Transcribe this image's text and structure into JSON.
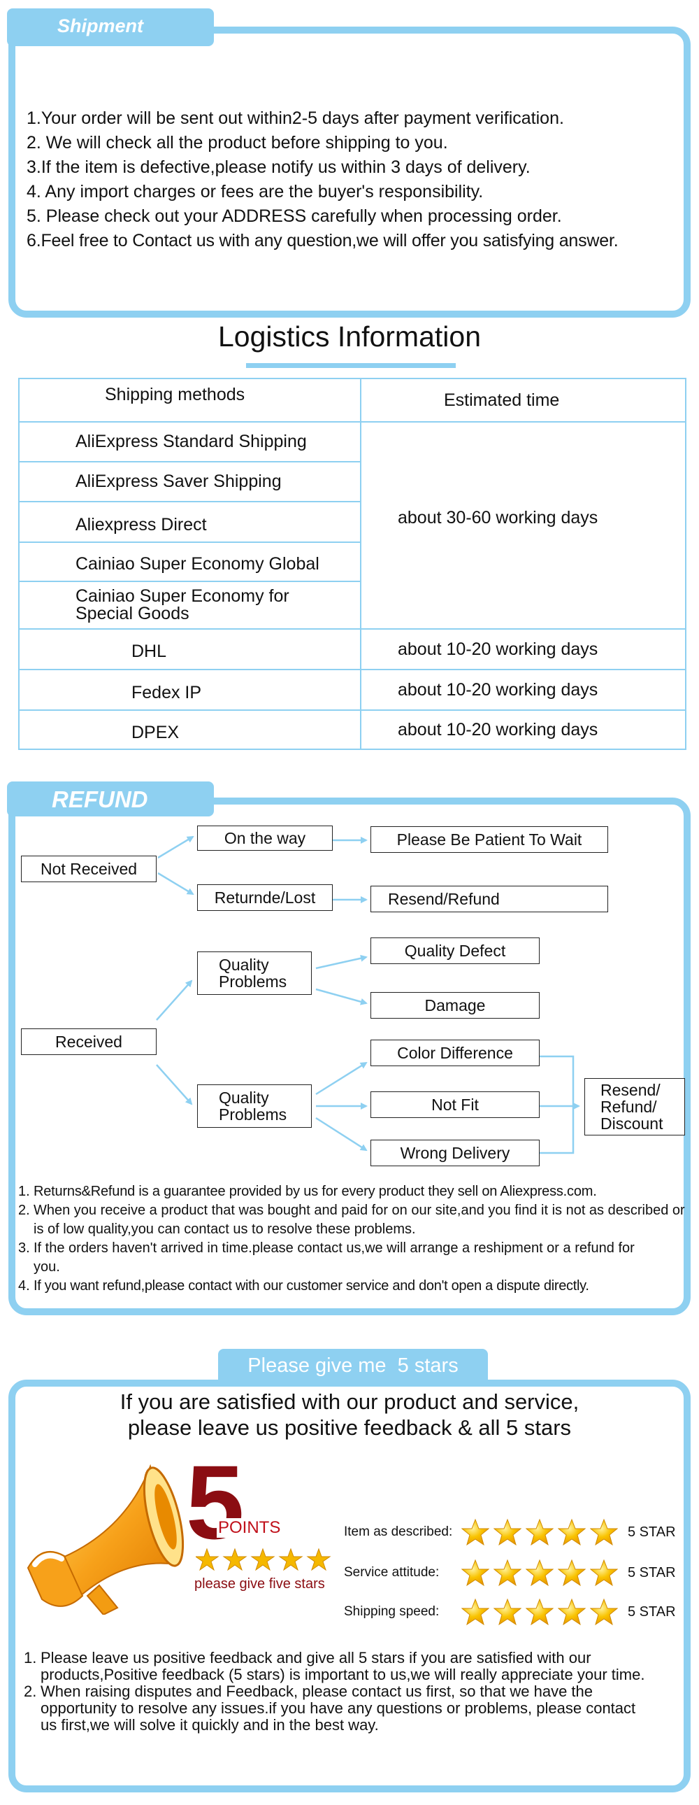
{
  "shipment": {
    "tab_label": "Shipment",
    "lines": [
      "1.Your order will be sent out within2-5 days after payment verification.",
      "2. We will check all the product before shipping to you.",
      "3.If the item is defective,please notify us within 3 days of delivery.",
      "4. Any import charges or fees are the buyer's responsibility.",
      "5. Please check out your ADDRESS carefully when processing order.",
      "6.Feel free to Contact us with any question,we will offer you satisfying answer."
    ]
  },
  "logistics": {
    "title": "Logistics Information",
    "headers": [
      "Shipping methods",
      "Estimated time"
    ],
    "standard_methods": [
      "AliExpress Standard Shipping",
      "AliExpress Saver Shipping",
      "Aliexpress Direct",
      "Cainiao Super Economy Global",
      "Cainiao Super Economy for Special Goods"
    ],
    "standard_time": "about 30-60 working days",
    "express_rows": [
      {
        "method": "DHL",
        "time": "about 10-20 working days"
      },
      {
        "method": "Fedex IP",
        "time": "about 10-20 working days"
      },
      {
        "method": "DPEX",
        "time": "about 10-20 working days"
      }
    ]
  },
  "refund": {
    "tab_label": "REFUND",
    "not_received": "Not Received",
    "on_the_way": "On the way",
    "please_wait": "Please Be Patient To Wait",
    "returned_lost": "Returnde/Lost",
    "resend_refund": "Resend/Refund",
    "received": "Received",
    "quality_problems_1": "Quality Problems",
    "quality_defect": "Quality Defect",
    "damage": "Damage",
    "quality_problems_2": "Quality Problems",
    "color_difference": "Color Difference",
    "not_fit": "Not Fit",
    "wrong_delivery": "Wrong Delivery",
    "resend_refund_discount": "Resend/ Refund/ Discount",
    "notes": [
      {
        "num": "1.",
        "text": "Returns&Refund is a guarantee provided by us for every product they sell on Aliexpress.com."
      },
      {
        "num": "2.",
        "text": "When you receive a product that was bought and paid for on our site,and you find it is not as described or is of low quality,you can contact us to resolve these problems."
      },
      {
        "num": "3.",
        "text": "If the orders haven't arrived in time.please contact us,we will arrange a reshipment or a refund for you."
      },
      {
        "num": "4.",
        "text": "If you want refund,please contact with our customer service and don't open a dispute directly."
      }
    ]
  },
  "feedback": {
    "tab_label": "Please give me  5 stars",
    "headline_1": "If you are satisfied with our product and service,",
    "headline_2": "please leave us positive feedback & all 5 stars",
    "big_number": "5",
    "points_label": "POINTS",
    "give_five": "please give five stars",
    "ratings": [
      {
        "label": "Item as described:",
        "value": "5 STAR",
        "stars": 5
      },
      {
        "label": "Service attitude:",
        "value": "5 STAR",
        "stars": 5
      },
      {
        "label": "Shipping speed:",
        "value": "5 STAR",
        "stars": 5
      }
    ],
    "notes": [
      {
        "num": "1.",
        "text": "Please leave us positive feedback and give all 5 stars if you are satisfied with our products,Positive feedback (5 stars) is important to us,we will really appreciate your time."
      },
      {
        "num": "2.",
        "text": "When raising disputes and Feedback, please contact us first, so that we have the opportunity to resolve any issues.if you have any questions or problems, please contact us first,we will solve it quickly and in the best way."
      }
    ]
  },
  "colors": {
    "accent": "#8ed0f1",
    "megaphone": "#f39c12",
    "star": "#f5b800",
    "dark_red": "#8b0d12"
  }
}
